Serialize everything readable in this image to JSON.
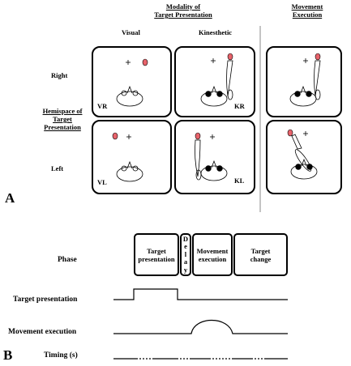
{
  "headers": {
    "modality": [
      "Modality of",
      "Target Presentation"
    ],
    "visual": "Visual",
    "kinesthetic": "Kinesthetic",
    "movement_execution": [
      "Movement",
      "Execution"
    ],
    "right": "Right",
    "left": "Left",
    "hemispace": [
      "Hemispace of",
      "Target",
      "Presentation"
    ]
  },
  "panels": {
    "vr": "VR",
    "kr": "KR",
    "vl": "VL",
    "kl": "KL"
  },
  "section_labels": {
    "a": "A",
    "b": "B"
  },
  "phase": {
    "label": "Phase",
    "target_presentation": [
      "Target",
      "presentation"
    ],
    "delay": [
      "D",
      "e",
      "l",
      "a",
      "y"
    ],
    "movement_execution": [
      "Movement",
      "execution"
    ],
    "target_change": [
      "Target",
      "change"
    ]
  },
  "rows": {
    "target_presentation": "Target presentation",
    "movement_execution": "Movement execution",
    "timing": "Timing (s)"
  },
  "colors": {
    "target": "#e8636b",
    "ink": "#000000"
  }
}
